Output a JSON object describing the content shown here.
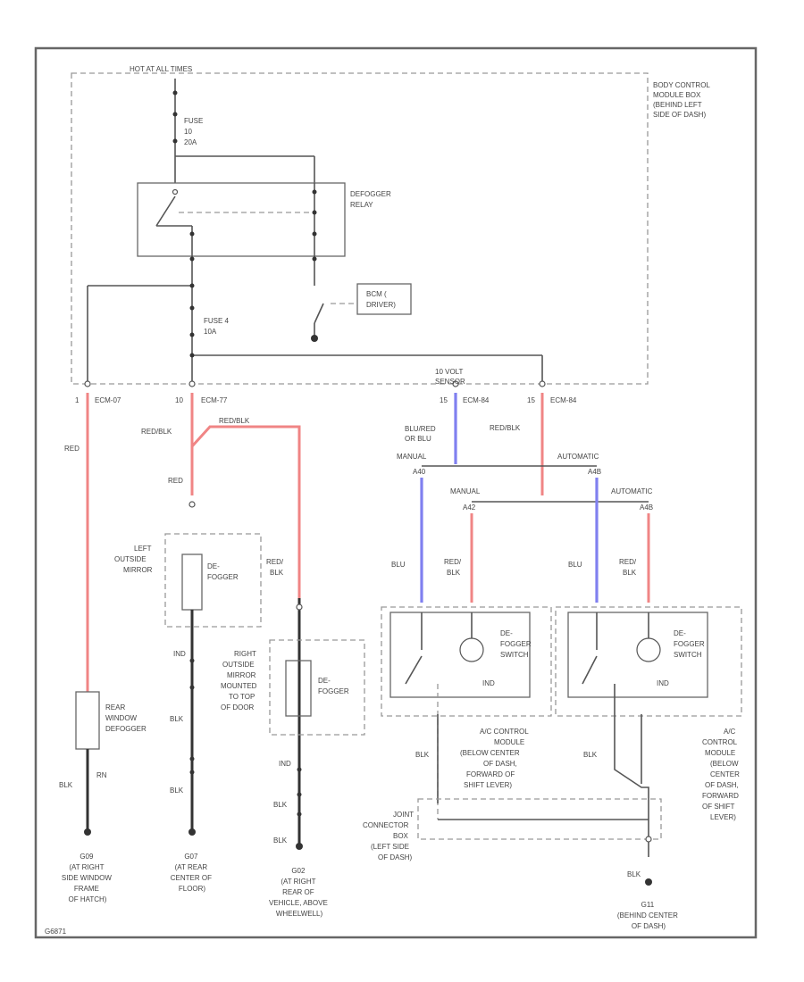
{
  "labels": {
    "hot_at_all_times": "HOT AT ALL TIMES",
    "bcm_box": [
      "BODY CONTROL",
      "MODULE BOX",
      "(BEHIND LEFT",
      "SIDE OF DASH)"
    ],
    "fuse_top": [
      "FUSE",
      "10",
      "20A"
    ],
    "defogger_relay": [
      "DEFOGGER",
      "RELAY"
    ],
    "bcm_module": [
      "BCM (",
      "DRIVER)"
    ],
    "fuse_bottom": [
      "FUSE 4",
      "10A"
    ],
    "pin_left": "1",
    "conn_left": "ECM-07",
    "pin_mid": "10",
    "conn_mid": "ECM-77",
    "pin_right": "15",
    "conn_right": "ECM-84",
    "pin_right2": "15",
    "conn_right2": "ECM-84",
    "volt_sensor": [
      "10 VOLT",
      "SENSOR"
    ],
    "wire_red": "RED",
    "wire_red_blk_a": "RED/BLK",
    "wire_red_blk_b": "RED/BLK",
    "wire_red_blk_c": "RED/BLK",
    "wire_blu_or": [
      "BLU/RED",
      "OR BLU"
    ],
    "manual_1": "MANUAL",
    "automatic_1": "AUTOMATIC",
    "conn_a40": "A40",
    "conn_a4b": "A4B",
    "manual_2": "MANUAL",
    "automatic_2": "AUTOMATIC",
    "conn_a42": "A42",
    "conn_a4b2": "A4B",
    "wire_red2": "RED",
    "left_mirror": [
      "LEFT",
      "OUTSIDE",
      "MIRROR"
    ],
    "defogger": [
      "DE-",
      "FOGGER"
    ],
    "right_mirror": [
      "RIGHT",
      "OUTSIDE",
      "MIRROR",
      "MOUNTED",
      "TO TOP",
      "OF DOOR"
    ],
    "red_blk_stack": [
      "RED/",
      "BLK"
    ],
    "blu_1": "BLU",
    "red_blk_1": [
      "RED/",
      "BLK"
    ],
    "blu_2": "BLU",
    "red_blk_2": [
      "RED/",
      "BLK"
    ],
    "defogger_switch_1": [
      "DE-",
      "FOGGER",
      "SWITCH"
    ],
    "defogger_switch_2": [
      "DE-",
      "FOGGER",
      "SWITCH"
    ],
    "ind": "IND",
    "rear_window": [
      "REAR",
      "WINDOW",
      "DEFOGGER"
    ],
    "wire_blk": "BLK",
    "wire_rn": "RN",
    "ac_module_1": [
      "A/C CONTROL",
      "MODULE",
      "(BELOW CENTER",
      "OF DASH,",
      "FORWARD OF",
      "SHIFT LEVER)"
    ],
    "ac_module_2": [
      "A/C",
      "CONTROL",
      "MODULE",
      "(BELOW",
      "CENTER",
      "OF DASH,",
      "FORWARD",
      "OF SHIFT",
      "LEVER)"
    ],
    "joint_box": [
      "JOINT",
      "CONNECTOR",
      "BOX",
      "(LEFT SIDE",
      "OF DASH)"
    ],
    "ground_g09": [
      "G09",
      "(AT RIGHT",
      "SIDE WINDOW",
      "FRAME",
      "OF HATCH)"
    ],
    "ground_g07": [
      "G07",
      "(AT REAR",
      "CENTER OF",
      "FLOOR)"
    ],
    "ground_g02": [
      "G02",
      "(AT RIGHT",
      "REAR OF",
      "VEHICLE, ABOVE",
      "WHEELWELL)"
    ],
    "ground_g11": [
      "G11",
      "(BEHIND CENTER",
      "OF DASH)"
    ],
    "diagram_id": "G6871"
  }
}
